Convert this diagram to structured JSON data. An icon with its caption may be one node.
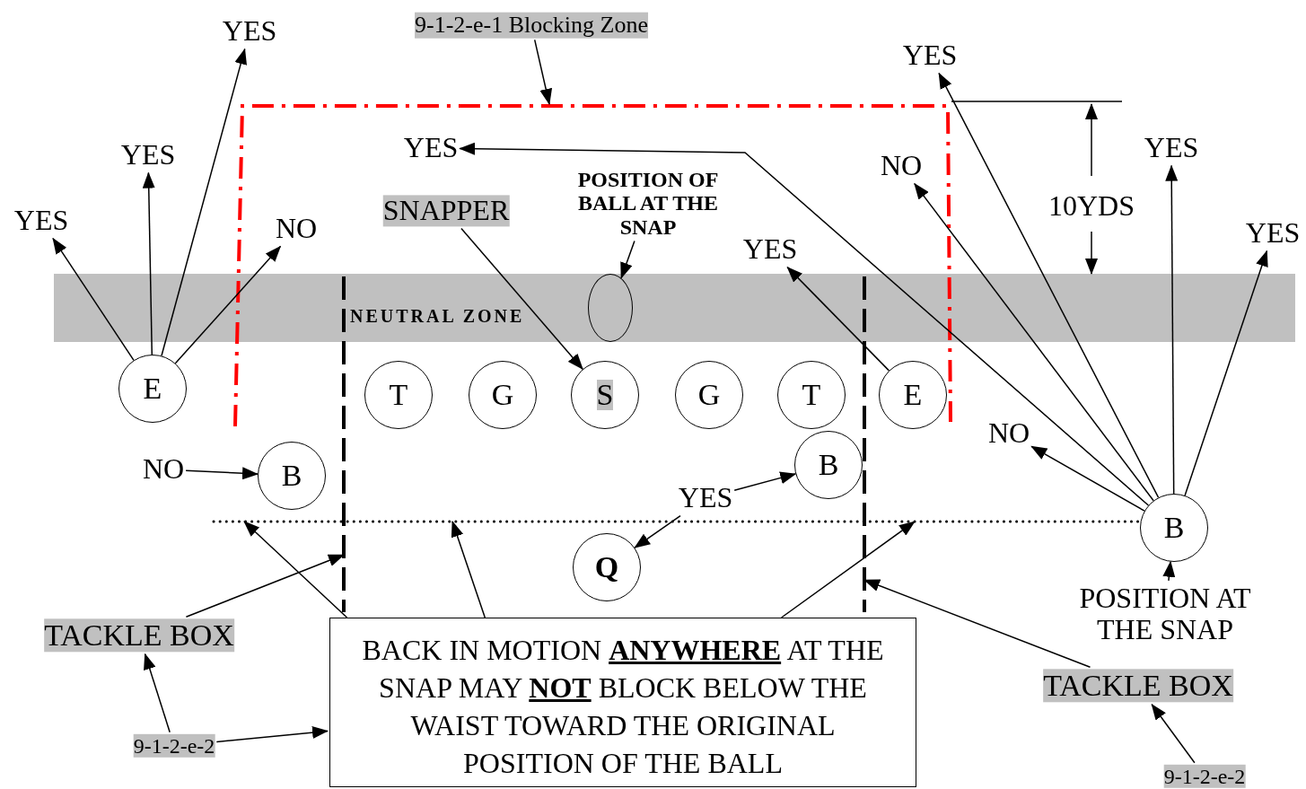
{
  "diagram": {
    "nodes": [
      {
        "text": [
          "9-1-2-e-1 Blocking Zone"
        ]
      },
      {
        "text": [
          "YES"
        ]
      },
      {
        "text": [
          "YES"
        ]
      },
      {
        "text": [
          "YES"
        ]
      },
      {
        "text": [
          "NO"
        ]
      },
      {
        "text": [
          "YES"
        ]
      },
      {
        "text": [
          "SNAPPER"
        ]
      },
      {
        "text": [
          "POSITION OF BALL AT THE SNAP"
        ]
      },
      {
        "text": [
          "YES"
        ]
      },
      {
        "text": [
          "NO"
        ]
      },
      {
        "text": [
          "YES"
        ]
      },
      {
        "text": [
          "YES"
        ]
      },
      {
        "text": [
          "YES"
        ]
      },
      {
        "text": [
          "NEUTRAL ZONE"
        ]
      },
      {
        "text": [],
        "shape": "ellipse",
        "in": 13
      },
      {
        "text": [
          "E"
        ]
      },
      {
        "text": [
          "T"
        ]
      },
      {
        "text": [
          "G"
        ]
      },
      {
        "text": [
          "S"
        ]
      },
      {
        "text": [
          "G"
        ]
      },
      {
        "text": [
          "T"
        ]
      },
      {
        "text": [
          "E"
        ]
      },
      {
        "text": [
          "NO"
        ]
      },
      {
        "text": [
          "B"
        ]
      },
      {
        "text": [
          "B"
        ]
      },
      {
        "text": [
          "YES"
        ]
      },
      {
        "text": [
          "B"
        ]
      },
      {
        "text": [
          "NO"
        ]
      },
      {
        "text": [
          "Q"
        ]
      },
      {
        "text": [
          "POSITION AT THE SNAP"
        ]
      },
      {
        "text": [
          "TACKLE BOX"
        ]
      },
      {
        "text": [
          "BACK IN MOTION **ANYWHERE** AT THE SNAP MAY **NOT** BLOCK BELOW THE WAIST TOWARD THE ORIGINAL POSITION OF THE BALL"
        ]
      },
      {
        "text": [
          "TACKLE BOX"
        ]
      },
      {
        "text": [
          "9-1-2-e-2"
        ]
      },
      {
        "text": [
          "9-1-2-e-2"
        ]
      },
      {
        "text": [],
        "shape": "line"
      },
      {
        "text": [],
        "shape": "line"
      },
      {
        "text": [],
        "shape": "line"
      }
    ],
    "edges": [
      {
        "from": 0,
        "to": null,
        "arrow": "to"
      },
      {
        "from": 15,
        "to": 1,
        "arrow": "to"
      },
      {
        "from": 15,
        "to": 2,
        "arrow": "to"
      },
      {
        "from": 15,
        "to": 3,
        "arrow": "to"
      },
      {
        "from": 15,
        "to": 4,
        "arrow": "to"
      },
      {
        "from": 26,
        "to": 5,
        "arrow": "to"
      },
      {
        "from": 6,
        "to": 18,
        "arrow": "to"
      },
      {
        "from": 7,
        "to": 14,
        "arrow": "to"
      },
      {
        "from": 26,
        "to": 8,
        "arrow": "to"
      },
      {
        "from": 26,
        "to": 9,
        "arrow": "to"
      },
      {
        "from": 26,
        "to": 10,
        "arrow": "to"
      },
      {
        "from": 26,
        "to": 11,
        "arrow": "to"
      },
      {
        "from": 21,
        "to": 12,
        "arrow": "to"
      },
      {
        "from": 22,
        "to": 23,
        "arrow": "to"
      },
      {
        "from": 25,
        "to": 24,
        "arrow": "to"
      },
      {
        "from": 25,
        "to": 28,
        "arrow": "to"
      },
      {
        "from": 26,
        "to": 27,
        "arrow": "to"
      },
      {
        "from": 29,
        "to": 26,
        "arrow": "to"
      },
      {
        "from": 30,
        "to": 35,
        "arrow": "to"
      },
      {
        "from": 31,
        "to": 37,
        "arrow": "to"
      },
      {
        "from": 31,
        "to": 37,
        "arrow": "to"
      },
      {
        "from": 31,
        "to": 37,
        "arrow": "to"
      },
      {
        "from": 32,
        "to": 36,
        "arrow": "to"
      },
      {
        "from": 33,
        "to": 30,
        "arrow": "to"
      },
      {
        "from": 33,
        "to": 31,
        "arrow": "to"
      },
      {
        "from": 34,
        "to": 32,
        "arrow": "to"
      }
    ],
    "labels": [
      "10YDS"
    ]
  }
}
